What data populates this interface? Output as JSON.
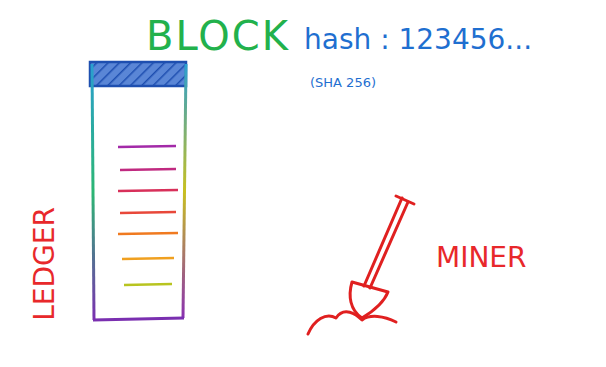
{
  "diagram": {
    "title": "BLOCK",
    "labels": [
      "hash : 123456...",
      "(SHA 256)",
      "LEDGER",
      "MINER"
    ]
  }
}
